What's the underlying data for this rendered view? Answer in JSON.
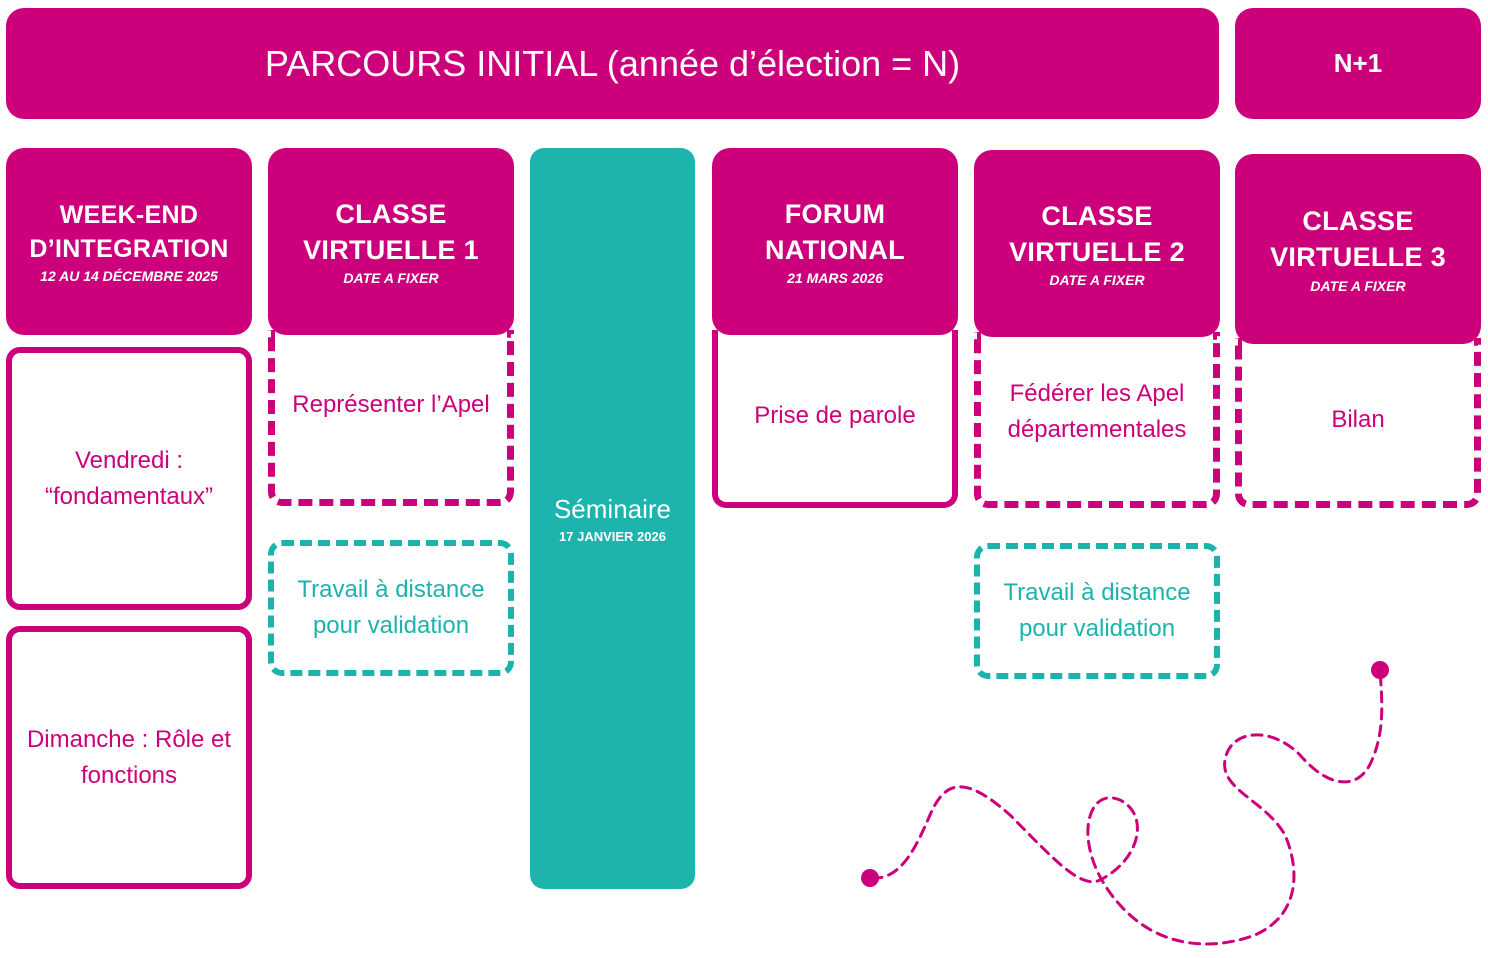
{
  "banner": {
    "main": "PARCOURS INITIAL (année d’élection = N)",
    "next": "N+1"
  },
  "columns": [
    {
      "title": "WEEK-END D’INTEGRATION",
      "date": "12 AU 14 DÉCEMBRE 2025",
      "boxes": [
        "Vendredi : “fondamentaux”",
        "Dimanche : Rôle et fonctions"
      ]
    },
    {
      "title": "CLASSE VIRTUELLE 1",
      "date": "DATE A FIXER",
      "topic": "Représenter l’Apel",
      "remote": "Travail à distance pour validation"
    },
    {
      "title": "Séminaire",
      "date": "17 JANVIER 2026"
    },
    {
      "title": "FORUM NATIONAL",
      "date": "21 MARS 2026",
      "topic": "Prise de parole"
    },
    {
      "title": "CLASSE VIRTUELLE 2",
      "date": "DATE A FIXER",
      "topic": "Fédérer les Apel départementales",
      "remote": "Travail à distance pour validation"
    },
    {
      "title": "CLASSE VIRTUELLE 3",
      "date": "DATE A FIXER",
      "topic": "Bilan"
    }
  ],
  "colors": {
    "pink": "#cc007a",
    "teal": "#1eb4ae"
  },
  "decoration": "dashed-path-icon"
}
